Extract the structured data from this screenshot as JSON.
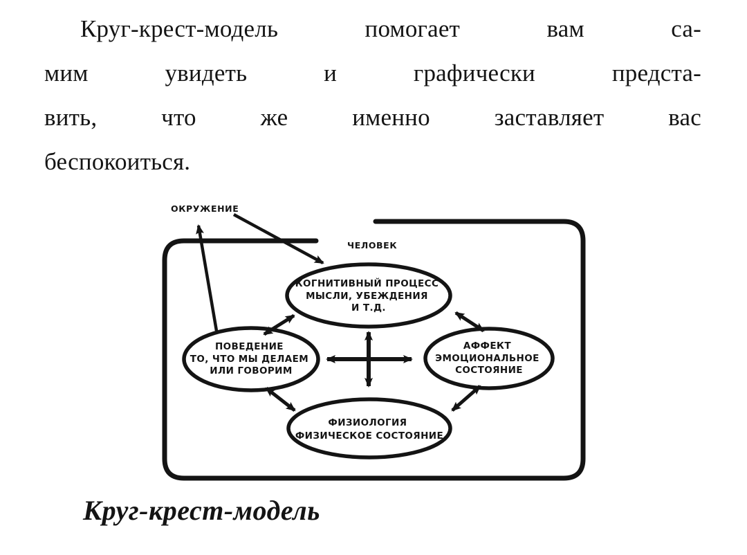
{
  "page": {
    "paragraph_lines": [
      "Круг-крест-модель помогает вам са-",
      "мим увидеть и графически предста-",
      "вить, что же именно заставляет вас",
      "беспокоиться."
    ],
    "caption": "Круг-крест-модель"
  },
  "diagram": {
    "outer_label": "ОКРУЖЕНИЕ",
    "inner_label": "ЧЕЛОВЕК",
    "nodes": {
      "cognition": {
        "lines": [
          "КОГНИТИВНЫЙ ПРОЦЕСС",
          "МЫСЛИ, УБЕЖДЕНИЯ",
          "И Т.Д."
        ]
      },
      "behavior": {
        "lines": [
          "ПОВЕДЕНИЕ",
          "ТО, ЧТО МЫ ДЕЛАЕМ",
          "ИЛИ ГОВОРИМ"
        ]
      },
      "affect": {
        "lines": [
          "АФФЕКТ",
          "ЭМОЦИОНАЛЬНОЕ",
          "СОСТОЯНИЕ"
        ]
      },
      "physiology": {
        "lines": [
          "ФИЗИОЛОГИЯ",
          "ФИЗИЧЕСКОЕ СОСТОЯНИЕ"
        ]
      }
    },
    "colors": {
      "ink": "#141414",
      "paper": "#ffffff"
    }
  }
}
